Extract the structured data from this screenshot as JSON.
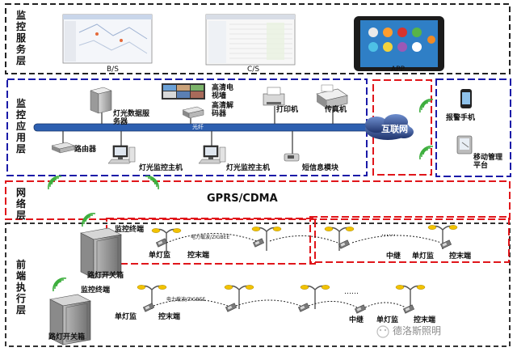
{
  "layers": {
    "service": "监控服务层",
    "application": "监控应用层",
    "network": "网络层",
    "frontend": "前端执行层"
  },
  "service": {
    "bs_label": "B/S",
    "cs_label": "C/S",
    "app_label": "APP"
  },
  "application": {
    "light_server": "灯光数据服务器",
    "tv_wall": "高清电视墙",
    "decoder": "高清解码器",
    "printer": "打印机",
    "fax": "传真机",
    "fiber": "光纤",
    "internet": "互联网",
    "router": "路由器",
    "host_1": "灯光监控主机",
    "host_2": "灯光监控主机",
    "sms_module": "短信息模块",
    "alarm_phone": "报警手机",
    "mobile_platform": "移动管理平台"
  },
  "network": {
    "label": "GPRS/CDMA"
  },
  "frontend": {
    "terminal_1": "监控终端",
    "switchbox_1": "路灯开关箱",
    "carrier_1": "电力载波/ZIGBEE",
    "single_lamp_1": "单灯监",
    "control_end_1": "控末端",
    "relay_1": "中继",
    "single_lamp_1b": "单灯监",
    "control_end_1b": "控末端",
    "dots_1": "……",
    "terminal_2": "监控终端",
    "switchbox_2": "路灯开关箱",
    "carrier_2": "电力载波/ZIGBEE",
    "single_lamp_2": "单灯监",
    "control_end_2": "控末端",
    "relay_2": "中继",
    "single_lamp_2b": "单灯监",
    "control_end_2b": "控末端",
    "dots_2": "……"
  },
  "watermark": "德洛斯照明",
  "colors": {
    "dash_black": "#222222",
    "dash_blue": "#1a1aa8",
    "dash_red": "#e0161b",
    "fiber_blue": "#2d5fb0",
    "lamp_yellow": "#f2c200",
    "signal_green": "#3cae3c"
  }
}
